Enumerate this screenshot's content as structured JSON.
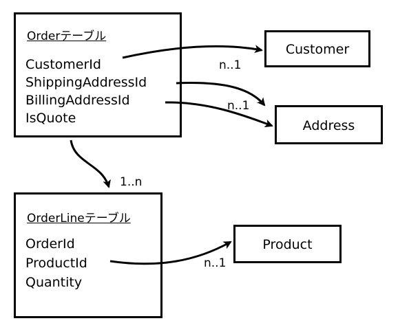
{
  "order_table": {
    "title": "Orderテーブル",
    "fields": [
      "CustomerId",
      "ShippingAddressId",
      "BillingAddressId",
      "IsQuote"
    ]
  },
  "orderline_table": {
    "title": "OrderLineテーブル",
    "fields": [
      "OrderId",
      "ProductId",
      "Quantity"
    ]
  },
  "customer": {
    "label": "Customer"
  },
  "address": {
    "label": "Address"
  },
  "product": {
    "label": "Product"
  },
  "multiplicities": {
    "customer": "n..1",
    "address": "n..1",
    "orderline": "1..n",
    "product": "n..1"
  }
}
